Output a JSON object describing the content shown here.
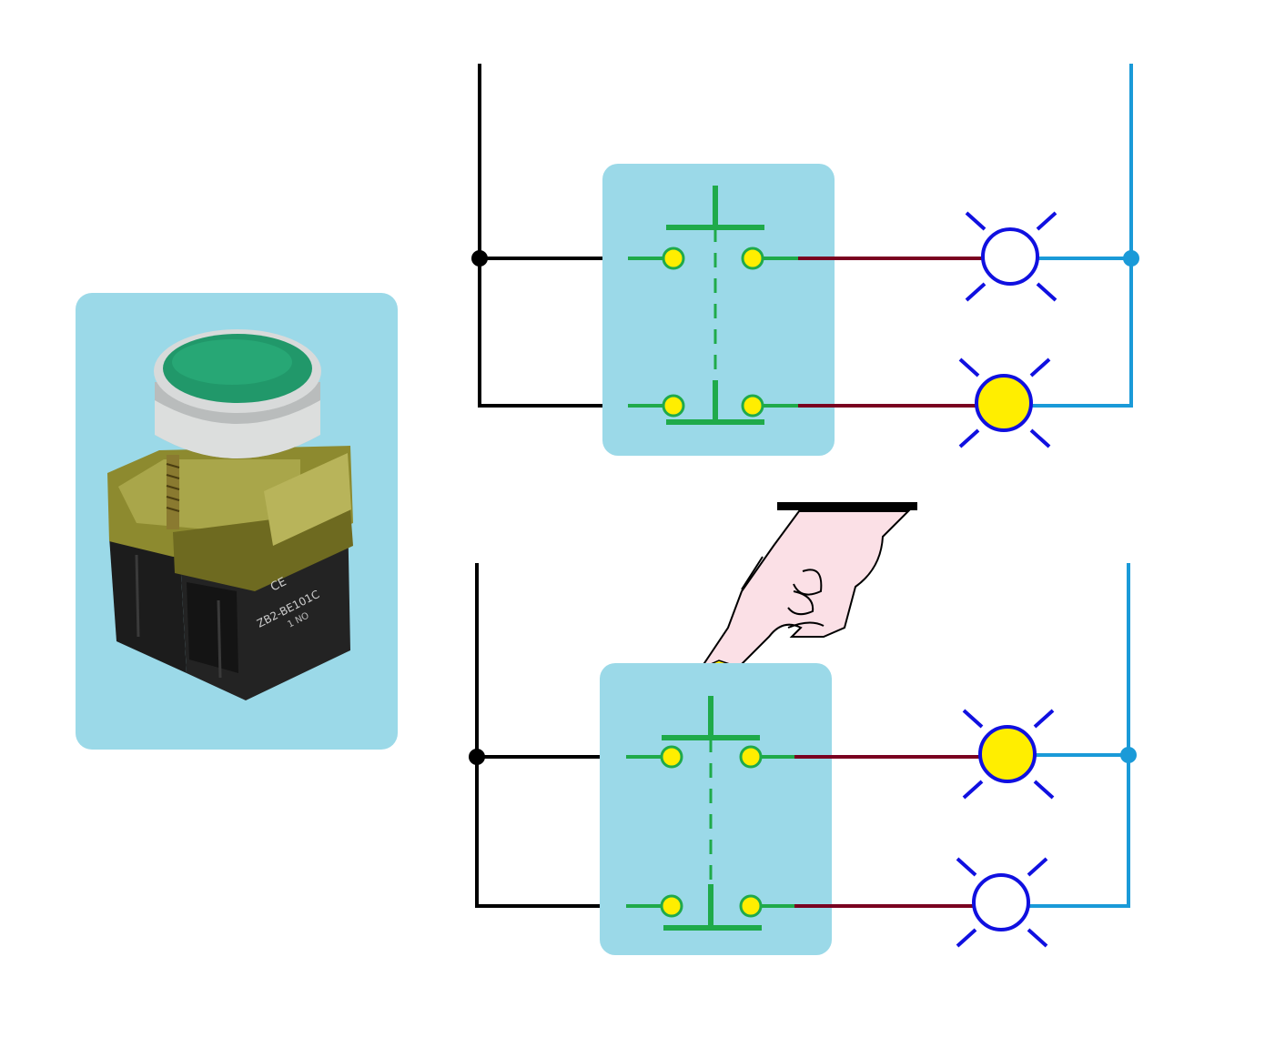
{
  "diagram": {
    "photo": {
      "label_model": "ZB2-BE101C",
      "label_contact": "1 NO",
      "label_ce": "CE"
    },
    "colors": {
      "panel_bg": "#9bd9e8",
      "left_wire": "#000000",
      "switch_wire": "#1faa4a",
      "output_wire": "#7a0020",
      "return_wire": "#1a9ad8",
      "lamp_outline": "#1010e0",
      "lamp_on": "#ffee00",
      "lamp_off": "#ffffff",
      "terminal_fill": "#ffee00",
      "button_green": "#21986a"
    },
    "circuits": [
      {
        "state": "released",
        "contacts": [
          {
            "type": "normally-open",
            "lamp": "off"
          },
          {
            "type": "normally-closed",
            "lamp": "on"
          }
        ]
      },
      {
        "state": "pressed",
        "contacts": [
          {
            "type": "normally-open",
            "lamp": "on"
          },
          {
            "type": "normally-closed",
            "lamp": "off"
          }
        ]
      }
    ]
  }
}
